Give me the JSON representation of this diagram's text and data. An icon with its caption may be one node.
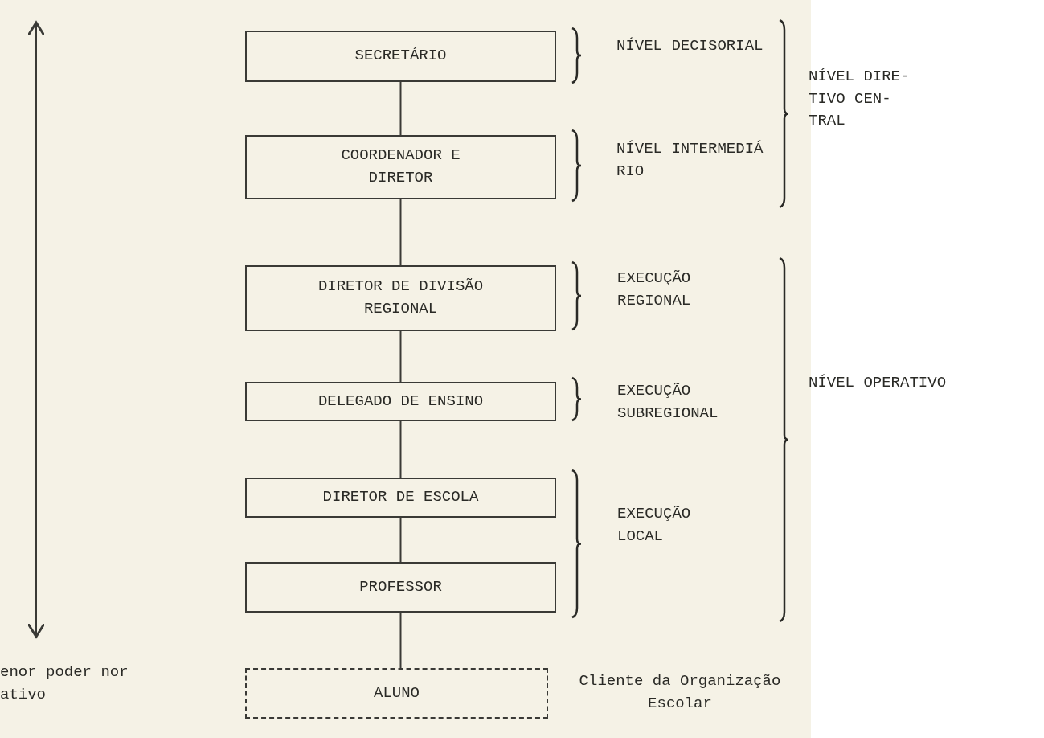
{
  "diagram": {
    "nodes": [
      {
        "text": [
          "SECRETÁRIO"
        ]
      },
      {
        "text": [
          "COORDENADOR E DIRETOR"
        ]
      },
      {
        "text": [
          "DIRETOR DE DIVISÃO REGIONAL"
        ]
      },
      {
        "text": [
          "DELEGADO DE ENSINO"
        ]
      },
      {
        "text": [
          "DIRETOR DE ESCOLA"
        ]
      },
      {
        "text": [
          "PROFESSOR"
        ]
      },
      {
        "text": [
          "ALUNO"
        ],
        "beside": [
          "Cliente da Organização Escolar"
        ]
      }
    ],
    "edges": [
      {
        "from": 0,
        "to": 1,
        "arrow": "none"
      },
      {
        "from": 1,
        "to": 2,
        "arrow": "none"
      },
      {
        "from": 2,
        "to": 3,
        "arrow": "none"
      },
      {
        "from": 3,
        "to": 4,
        "arrow": "none"
      },
      {
        "from": 4,
        "to": 5,
        "arrow": "none"
      },
      {
        "from": 5,
        "to": 6,
        "arrow": "none"
      }
    ],
    "labels": [
      "NÍVEL DECISORIAL",
      "NÍVEL DIRE- TIVO CEN- TRAL",
      "NÍVEL INTERMEDIÁ RIO",
      "EXECUÇÃO REGIONAL",
      "EXECUÇÃO SUBREGIONAL",
      "NÍVEL OPERATIVO",
      "EXECUÇÃO LOCAL",
      "enor poder nor ativo"
    ]
  }
}
